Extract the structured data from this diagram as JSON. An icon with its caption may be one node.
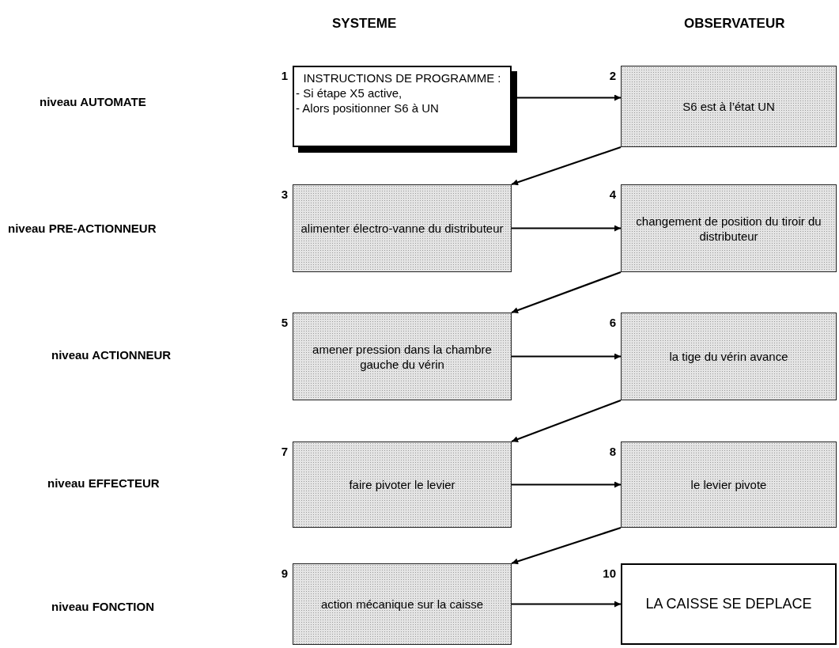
{
  "diagram": {
    "nodes": [
      {
        "text": [
          "INSTRUCTIONS DE PROGRAMME :",
          "- Si étape X5 active,",
          "- Alors positionner S6 à UN"
        ],
        "beside": [
          "1"
        ]
      },
      {
        "text": [
          "S6 est à l’état UN"
        ],
        "beside": [
          "2"
        ]
      },
      {
        "text": [
          "alimenter électro-vanne du distributeur"
        ],
        "beside": [
          "3"
        ]
      },
      {
        "text": [
          "changement de position du tiroir du distributeur"
        ],
        "beside": [
          "4"
        ]
      },
      {
        "text": [
          "amener pression dans la chambre gauche du vérin"
        ],
        "beside": [
          "5"
        ]
      },
      {
        "text": [
          "la tige du vérin avance"
        ],
        "beside": [
          "6"
        ]
      },
      {
        "text": [
          "faire pivoter le levier"
        ],
        "beside": [
          "7"
        ]
      },
      {
        "text": [
          "le levier pivote"
        ],
        "beside": [
          "8"
        ]
      },
      {
        "text": [
          "action mécanique sur la caisse"
        ],
        "beside": [
          "9"
        ]
      },
      {
        "text": [
          "LA CAISSE SE DEPLACE"
        ],
        "beside": [
          "10"
        ]
      }
    ],
    "edges": [
      {
        "from": 0,
        "to": 1,
        "arrow": "to"
      },
      {
        "from": 1,
        "to": 2,
        "arrow": "to"
      },
      {
        "from": 2,
        "to": 3,
        "arrow": "to"
      },
      {
        "from": 3,
        "to": 4,
        "arrow": "to"
      },
      {
        "from": 4,
        "to": 5,
        "arrow": "to"
      },
      {
        "from": 5,
        "to": 6,
        "arrow": "to"
      },
      {
        "from": 6,
        "to": 7,
        "arrow": "to"
      },
      {
        "from": 7,
        "to": 8,
        "arrow": "to"
      },
      {
        "from": 8,
        "to": 9,
        "arrow": "to"
      }
    ],
    "labels": [
      "SYSTEME",
      "OBSERVATEUR",
      "niveau AUTOMATE",
      "niveau PRE-ACTIONNEUR",
      "niveau ACTIONNEUR",
      "niveau EFFECTEUR",
      "niveau FONCTION"
    ]
  }
}
